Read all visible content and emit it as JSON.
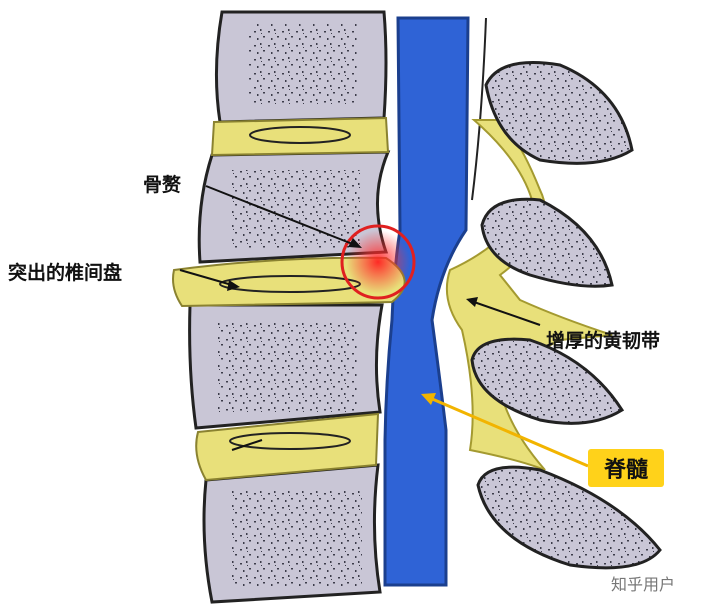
{
  "labels": {
    "bone_spur": "骨赘",
    "herniated_disc": "突出的椎间盘",
    "ligamentum_flavum": "增厚的黄韧带",
    "spinal_cord": "脊髓"
  },
  "watermark": "知乎用户",
  "colors": {
    "vertebra_fill": "#c9c6d6",
    "bone_outline": "#222222",
    "disc_fill": "#e8e07a",
    "spinal_cord": "#2f63d6",
    "highlight_ring": "#e02020",
    "callout_background": "#ffd21a",
    "callout_arrow": "#f2b400"
  }
}
